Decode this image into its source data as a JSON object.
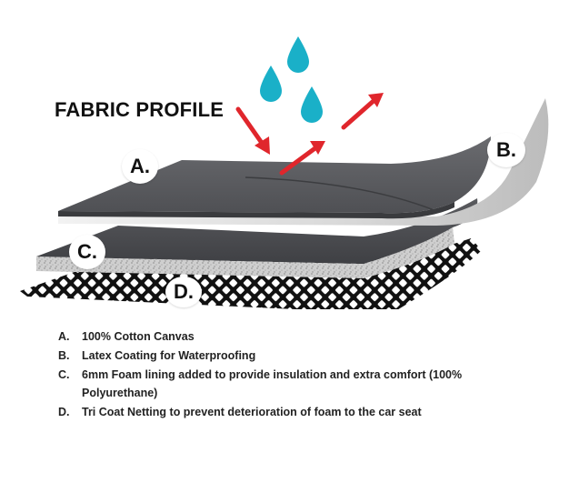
{
  "title": "FABRIC PROFILE",
  "callouts": {
    "a": "A.",
    "b": "B.",
    "c": "C.",
    "d": "D."
  },
  "legend": [
    {
      "letter": "A.",
      "text": "100% Cotton Canvas"
    },
    {
      "letter": "B.",
      "text": "Latex Coating for Waterproofing"
    },
    {
      "letter": "C.",
      "text": "6mm Foam lining added to provide insulation and extra comfort (100% Polyurethane)"
    },
    {
      "letter": "D.",
      "text": "Tri Coat Netting to prevent deterioration of foam to the car seat"
    }
  ],
  "colors": {
    "water_drop": "#1ab0c8",
    "arrow": "#e0262c",
    "canvas_top": "#5a5b5e",
    "latex": "#d9d9d9",
    "foam_top": "#4e4f52",
    "netting": "#111111"
  }
}
